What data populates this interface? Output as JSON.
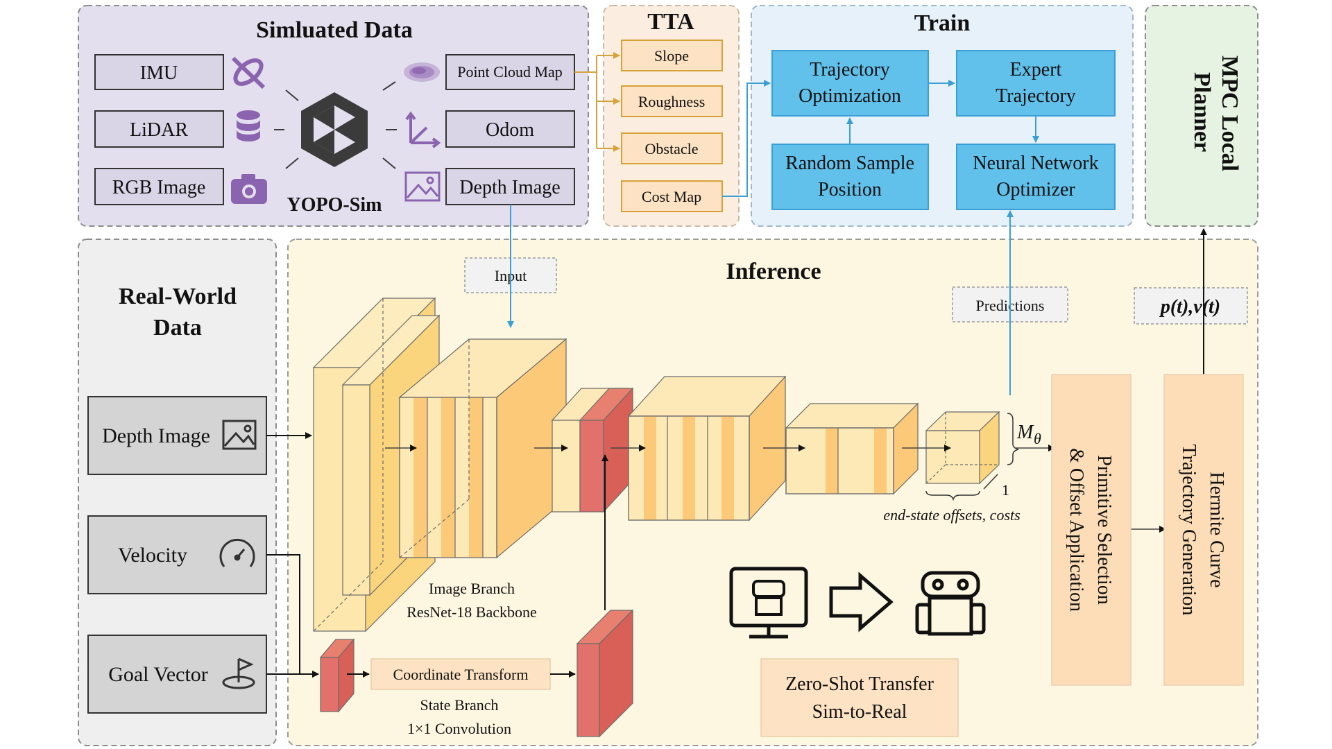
{
  "sim": {
    "title": "Simluated Data",
    "imu": "IMU",
    "lidar": "LiDAR",
    "rgb": "RGB Image",
    "point_cloud": "Point Cloud Map",
    "odom": "Odom",
    "depth": "Depth Image",
    "engine": "YOPO-Sim"
  },
  "tta": {
    "title": "TTA",
    "items": [
      "Slope",
      "Roughness",
      "Obstacle",
      "Cost Map"
    ]
  },
  "train": {
    "title": "Train",
    "traj_opt": [
      "Trajectory",
      "Optimization"
    ],
    "expert": [
      "Expert",
      "Trajectory"
    ],
    "random": [
      "Random Sample",
      "Position"
    ],
    "nn": [
      "Neural Network",
      "Optimizer"
    ]
  },
  "mpc": {
    "title": [
      "MPC Local",
      "Planner"
    ]
  },
  "real": {
    "title": [
      "Real-World",
      "Data"
    ],
    "depth": "Depth Image",
    "velocity": "Velocity",
    "goal": "Goal Vector"
  },
  "inference": {
    "title": "Inference",
    "input": "Input",
    "predictions": "Predictions",
    "pv_label": "p(t),v(t)",
    "m_theta": "M",
    "m_sub": "θ",
    "one": "1",
    "end_state": "end-state offsets, costs",
    "image_branch": [
      "Image Branch",
      "ResNet-18 Backbone"
    ],
    "coord": "Coordinate Transform",
    "state_branch": [
      "State Branch",
      "1×1 Convolution"
    ],
    "primitive": [
      "Primitive Selection",
      "& Offset Application"
    ],
    "hermite": [
      "Hermite Curve",
      "Trajectory Generation"
    ],
    "zero_shot": [
      "Zero-Shot Transfer",
      "Sim-to-Real"
    ]
  },
  "colors": {
    "sim_bg": "#e3dfee",
    "tta_bg": "#fbeee1",
    "train_bg": "#e6f1fa",
    "mpc_bg": "#e7f3e2",
    "real_bg": "#efefef",
    "inf_bg": "#fdf7e2",
    "purple_box": "#d9d4e6",
    "purple_icon": "#8b64b0",
    "blue_box": "#62c1ea",
    "tta_box": "#fde3c3",
    "orange_light": "#fde9b6",
    "orange_mid": "#fbc978",
    "red": "#e2706b",
    "arrow_blue": "#3a9fd4",
    "arrow_orange": "#d8a23a"
  }
}
